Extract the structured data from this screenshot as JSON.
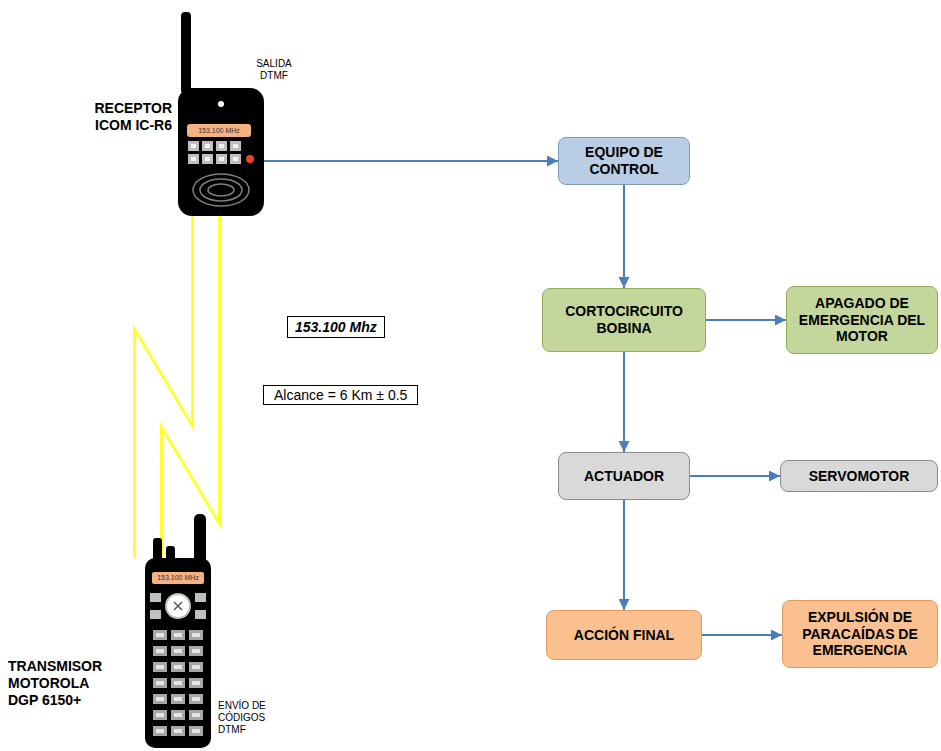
{
  "diagram": {
    "nodes": [
      {
        "text": [
          "RECEPTOR ICOM IC-R6",
          "SALIDA DTMF"
        ]
      },
      {
        "text": [
          "EQUIPO DE CONTROL"
        ]
      },
      {
        "text": [
          "CORTOCIRCUITO BOBINA"
        ]
      },
      {
        "text": [
          "APAGADO DE EMERGENCIA DEL MOTOR"
        ]
      },
      {
        "text": [
          "ACTUADOR"
        ]
      },
      {
        "text": [
          "SERVOMOTOR"
        ]
      },
      {
        "text": [
          "ACCIÓN FINAL"
        ]
      },
      {
        "text": [
          "EXPULSIÓN DE PARACAÍDAS DE EMERGENCIA"
        ]
      },
      {
        "text": [
          "TRANSMISOR MOTOROLA DGP 6150+",
          "ENVÍO DE CÓDIGOS DTMF"
        ]
      }
    ],
    "edges": [
      {
        "from": 0,
        "to": 1,
        "arrow": "to"
      },
      {
        "from": 1,
        "to": 2,
        "arrow": "to"
      },
      {
        "from": 2,
        "to": 3,
        "arrow": "to"
      },
      {
        "from": 2,
        "to": 4,
        "arrow": "to"
      },
      {
        "from": 4,
        "to": 5,
        "arrow": "to"
      },
      {
        "from": 4,
        "to": 6,
        "arrow": "to"
      },
      {
        "from": 6,
        "to": 7,
        "arrow": "to"
      },
      {
        "from": 8,
        "to": 0,
        "arrow": "none"
      }
    ],
    "labels": [
      "153.100 MHz",
      "153.100 Mhz",
      "Alcance = 6 Km ± 0.5",
      "153.100 MHz"
    ]
  }
}
